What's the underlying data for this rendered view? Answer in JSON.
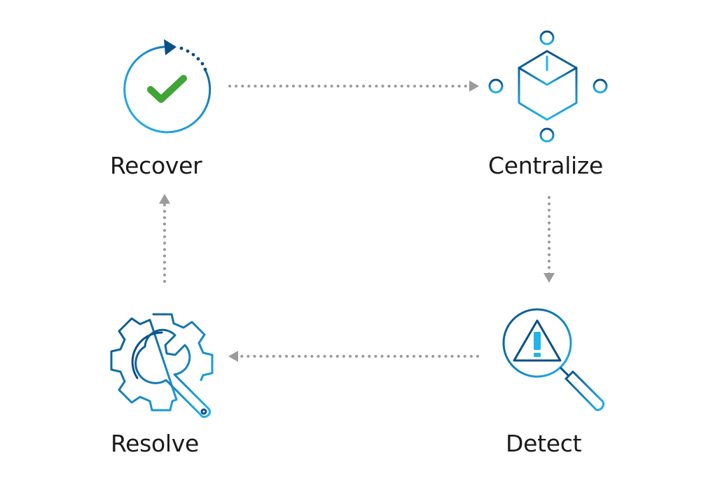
{
  "colors": {
    "icon_dark": "#0a4f86",
    "icon_light": "#21b3ec",
    "check": "#3fa535",
    "connector": "#9b9b9b",
    "label": "#1a1a1a",
    "background": "#ffffff"
  },
  "nodes": [
    {
      "id": "recover",
      "label": "Recover",
      "icon": "refresh-check-icon"
    },
    {
      "id": "centralize",
      "label": "Centralize",
      "icon": "network-cube-icon"
    },
    {
      "id": "detect",
      "label": "Detect",
      "icon": "magnifier-warning-icon"
    },
    {
      "id": "resolve",
      "label": "Resolve",
      "icon": "gear-wrench-icon"
    }
  ],
  "edges": [
    {
      "from": "recover",
      "to": "centralize"
    },
    {
      "from": "centralize",
      "to": "detect"
    },
    {
      "from": "detect",
      "to": "resolve"
    },
    {
      "from": "resolve",
      "to": "recover"
    }
  ]
}
